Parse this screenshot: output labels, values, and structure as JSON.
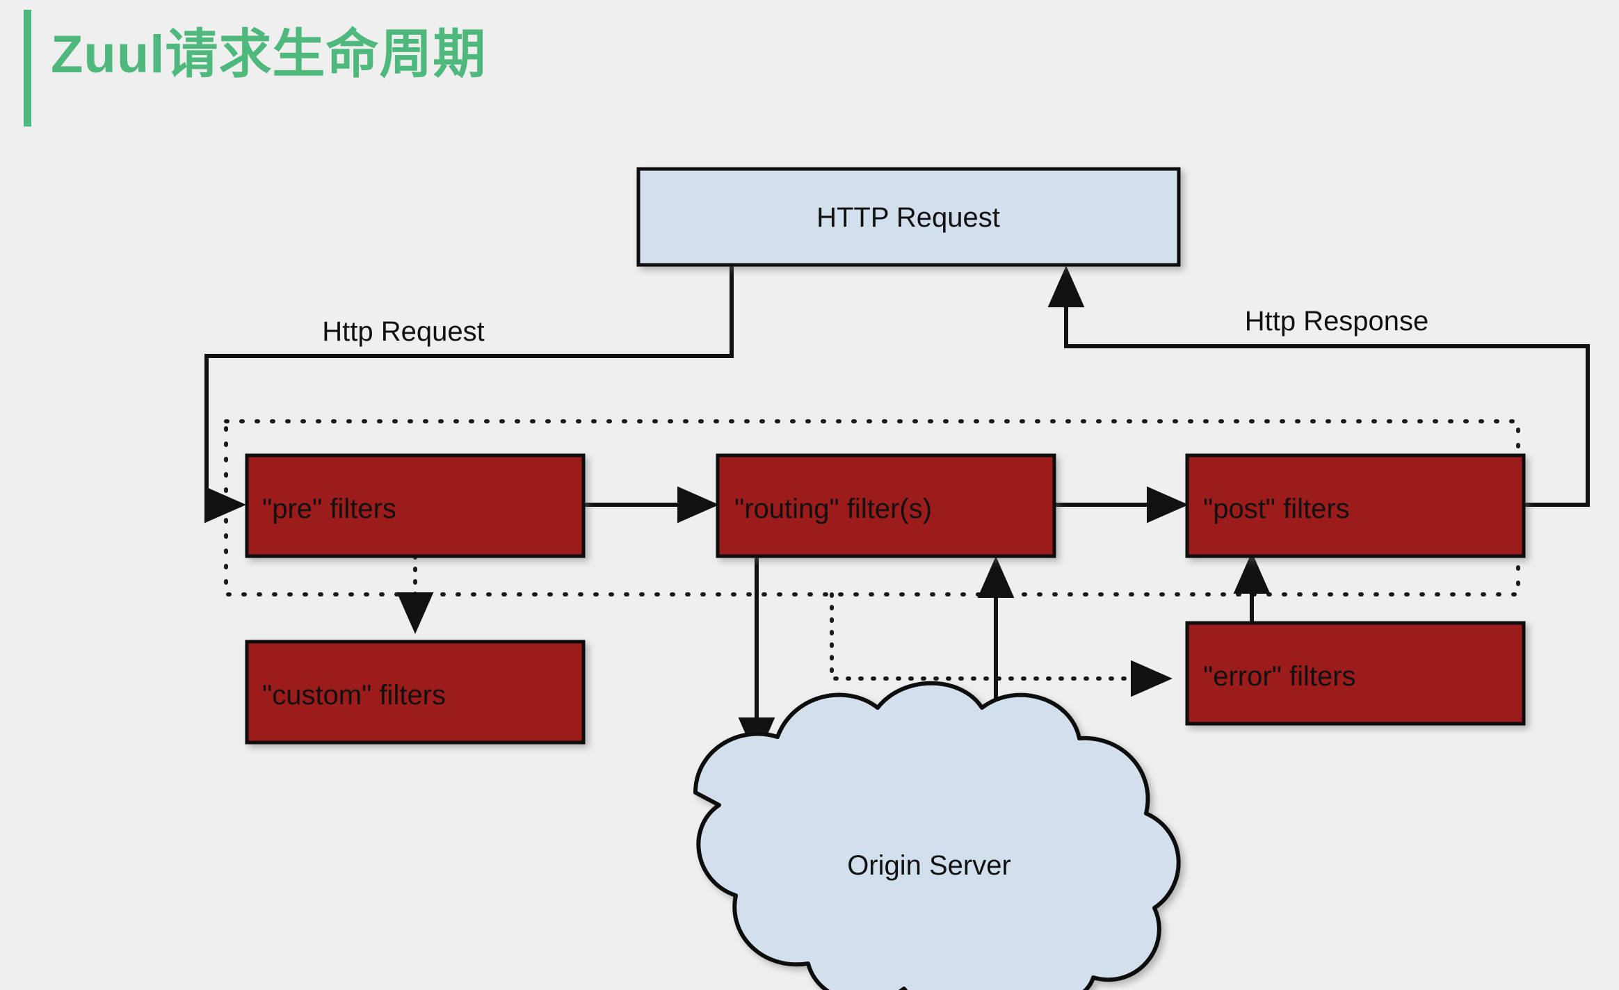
{
  "slide": {
    "title": "Zuul请求生命周期",
    "accent_color": "#4fb97d",
    "background_color": "#f0efef"
  },
  "diagram": {
    "type": "flowchart",
    "colors": {
      "filter_box_fill": "#9c1f1f",
      "io_box_fill": "#d2dfed",
      "cloud_fill": "#d2dfed",
      "stroke": "#111111"
    },
    "nodes": {
      "http_request": {
        "label": "HTTP Request",
        "shape": "rectangle",
        "fill": "#d2dfed"
      },
      "pre_filters": {
        "label": "\"pre\" filters",
        "shape": "rectangle",
        "fill": "#9c1f1f"
      },
      "routing_filters": {
        "label": "\"routing\" filter(s)",
        "shape": "rectangle",
        "fill": "#9c1f1f"
      },
      "post_filters": {
        "label": "\"post\" filters",
        "shape": "rectangle",
        "fill": "#9c1f1f"
      },
      "custom_filters": {
        "label": "\"custom\" filters",
        "shape": "rectangle",
        "fill": "#9c1f1f"
      },
      "error_filters": {
        "label": "\"error\" filters",
        "shape": "rectangle",
        "fill": "#9c1f1f"
      },
      "origin_server": {
        "label": "Origin Server",
        "shape": "cloud",
        "fill": "#d2dfed"
      }
    },
    "edge_labels": {
      "http_request_in": "Http Request",
      "http_response_out": "Http Response"
    },
    "edges": [
      {
        "from": "http_request",
        "to": "pre_filters",
        "style": "solid",
        "label": "Http Request"
      },
      {
        "from": "pre_filters",
        "to": "routing_filters",
        "style": "solid",
        "label": ""
      },
      {
        "from": "routing_filters",
        "to": "post_filters",
        "style": "solid",
        "label": ""
      },
      {
        "from": "post_filters",
        "to": "http_request",
        "style": "solid",
        "label": "Http Response"
      },
      {
        "from": "pre_filters",
        "to": "custom_filters",
        "style": "dotted",
        "label": ""
      },
      {
        "from": "routing_filters",
        "to": "origin_server",
        "style": "solid",
        "label": ""
      },
      {
        "from": "origin_server",
        "to": "routing_filters",
        "style": "solid",
        "label": ""
      },
      {
        "from": "filter_scope",
        "to": "error_filters",
        "style": "dotted",
        "label": ""
      },
      {
        "from": "error_filters",
        "to": "post_filters",
        "style": "solid",
        "label": ""
      }
    ]
  }
}
